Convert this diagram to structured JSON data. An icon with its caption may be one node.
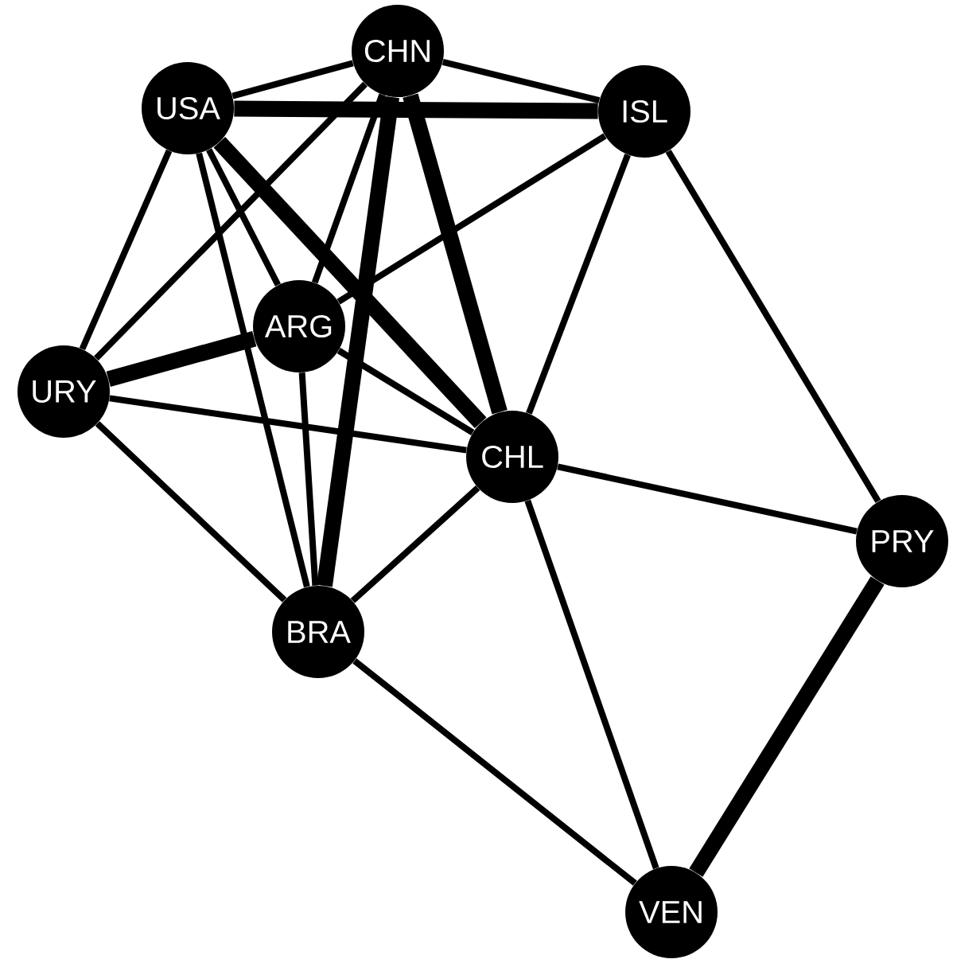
{
  "diagram": {
    "nodes": [
      {
        "text": [
          "CHN"
        ]
      },
      {
        "text": [
          "USA"
        ]
      },
      {
        "text": [
          "ISL"
        ]
      },
      {
        "text": [
          "ARG"
        ]
      },
      {
        "text": [
          "URY"
        ]
      },
      {
        "text": [
          "CHL"
        ]
      },
      {
        "text": [
          "PRY"
        ]
      },
      {
        "text": [
          "BRA"
        ]
      },
      {
        "text": [
          "VEN"
        ]
      }
    ],
    "edges": [
      {
        "from": 1,
        "to": 0,
        "arrow": "none"
      },
      {
        "from": 1,
        "to": 2,
        "arrow": "none",
        "style": "thick"
      },
      {
        "from": 0,
        "to": 2,
        "arrow": "none"
      },
      {
        "from": 1,
        "to": 4,
        "arrow": "none"
      },
      {
        "from": 1,
        "to": 7,
        "arrow": "none"
      },
      {
        "from": 1,
        "to": 3,
        "arrow": "none"
      },
      {
        "from": 1,
        "to": 5,
        "arrow": "none",
        "style": "thick"
      },
      {
        "from": 0,
        "to": 4,
        "arrow": "none"
      },
      {
        "from": 0,
        "to": 3,
        "arrow": "none"
      },
      {
        "from": 0,
        "to": 7,
        "arrow": "none",
        "style": "thick"
      },
      {
        "from": 0,
        "to": 5,
        "arrow": "none",
        "style": "thick"
      },
      {
        "from": 2,
        "to": 3,
        "arrow": "none"
      },
      {
        "from": 2,
        "to": 5,
        "arrow": "none"
      },
      {
        "from": 2,
        "to": 6,
        "arrow": "none"
      },
      {
        "from": 4,
        "to": 3,
        "arrow": "none",
        "style": "thick"
      },
      {
        "from": 4,
        "to": 5,
        "arrow": "none"
      },
      {
        "from": 4,
        "to": 7,
        "arrow": "none"
      },
      {
        "from": 3,
        "to": 5,
        "arrow": "none"
      },
      {
        "from": 3,
        "to": 7,
        "arrow": "none"
      },
      {
        "from": 5,
        "to": 7,
        "arrow": "none"
      },
      {
        "from": 5,
        "to": 6,
        "arrow": "none"
      },
      {
        "from": 5,
        "to": 8,
        "arrow": "none"
      },
      {
        "from": 7,
        "to": 8,
        "arrow": "none"
      },
      {
        "from": 6,
        "to": 8,
        "arrow": "none",
        "style": "thick"
      }
    ]
  }
}
